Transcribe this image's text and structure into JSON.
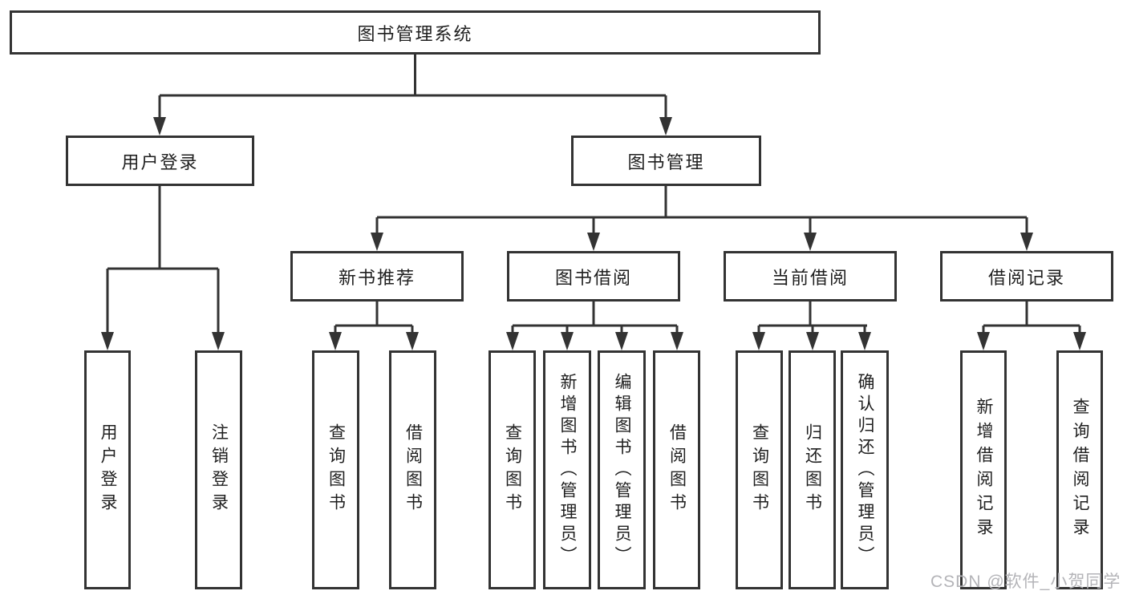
{
  "watermark": "CSDN @软件_小贺同学",
  "colors": {
    "line": "#333333",
    "box_border": "#333333",
    "box_fill": "#ffffff",
    "text": "#1f1f1f",
    "watermark": "#b4b4b8",
    "background": "#ffffff"
  },
  "tree": {
    "label": "图书管理系统",
    "children": [
      {
        "label": "用户登录",
        "children": [
          {
            "label": "用户登录"
          },
          {
            "label": "注销登录"
          }
        ]
      },
      {
        "label": "图书管理",
        "children": [
          {
            "label": "新书推荐",
            "children": [
              {
                "label": "查询图书"
              },
              {
                "label": "借阅图书"
              }
            ]
          },
          {
            "label": "图书借阅",
            "children": [
              {
                "label": "查询图书"
              },
              {
                "label": "新增图书（管理员）"
              },
              {
                "label": "编辑图书（管理员）"
              },
              {
                "label": "借阅图书"
              }
            ]
          },
          {
            "label": "当前借阅",
            "children": [
              {
                "label": "查询图书"
              },
              {
                "label": "归还图书"
              },
              {
                "label": "确认归还（管理员）"
              }
            ]
          },
          {
            "label": "借阅记录",
            "children": [
              {
                "label": "新增借阅记录"
              },
              {
                "label": "查询借阅记录"
              }
            ]
          }
        ]
      }
    ]
  }
}
